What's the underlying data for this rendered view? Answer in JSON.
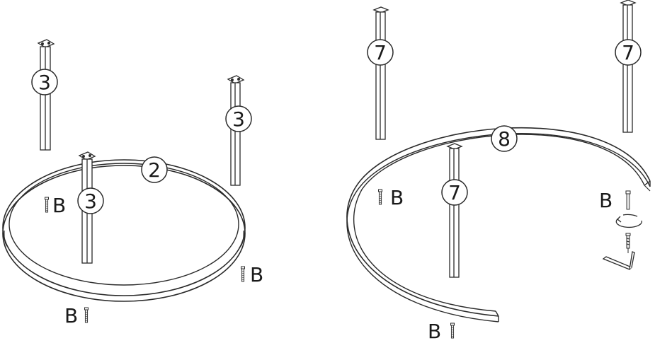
{
  "colors": {
    "line": "#2a2a2a",
    "fill": "#ffffff",
    "shade": "#cfcfcf"
  },
  "left_assembly": {
    "ring_part": "2",
    "leg_part": "3",
    "screw_label": "B"
  },
  "right_assembly": {
    "arc_part": "8",
    "leg_part": "7",
    "screw_label": "B",
    "rotate_icon": "rotate-arrow-icon",
    "tool_icon": "allen-key-icon"
  }
}
